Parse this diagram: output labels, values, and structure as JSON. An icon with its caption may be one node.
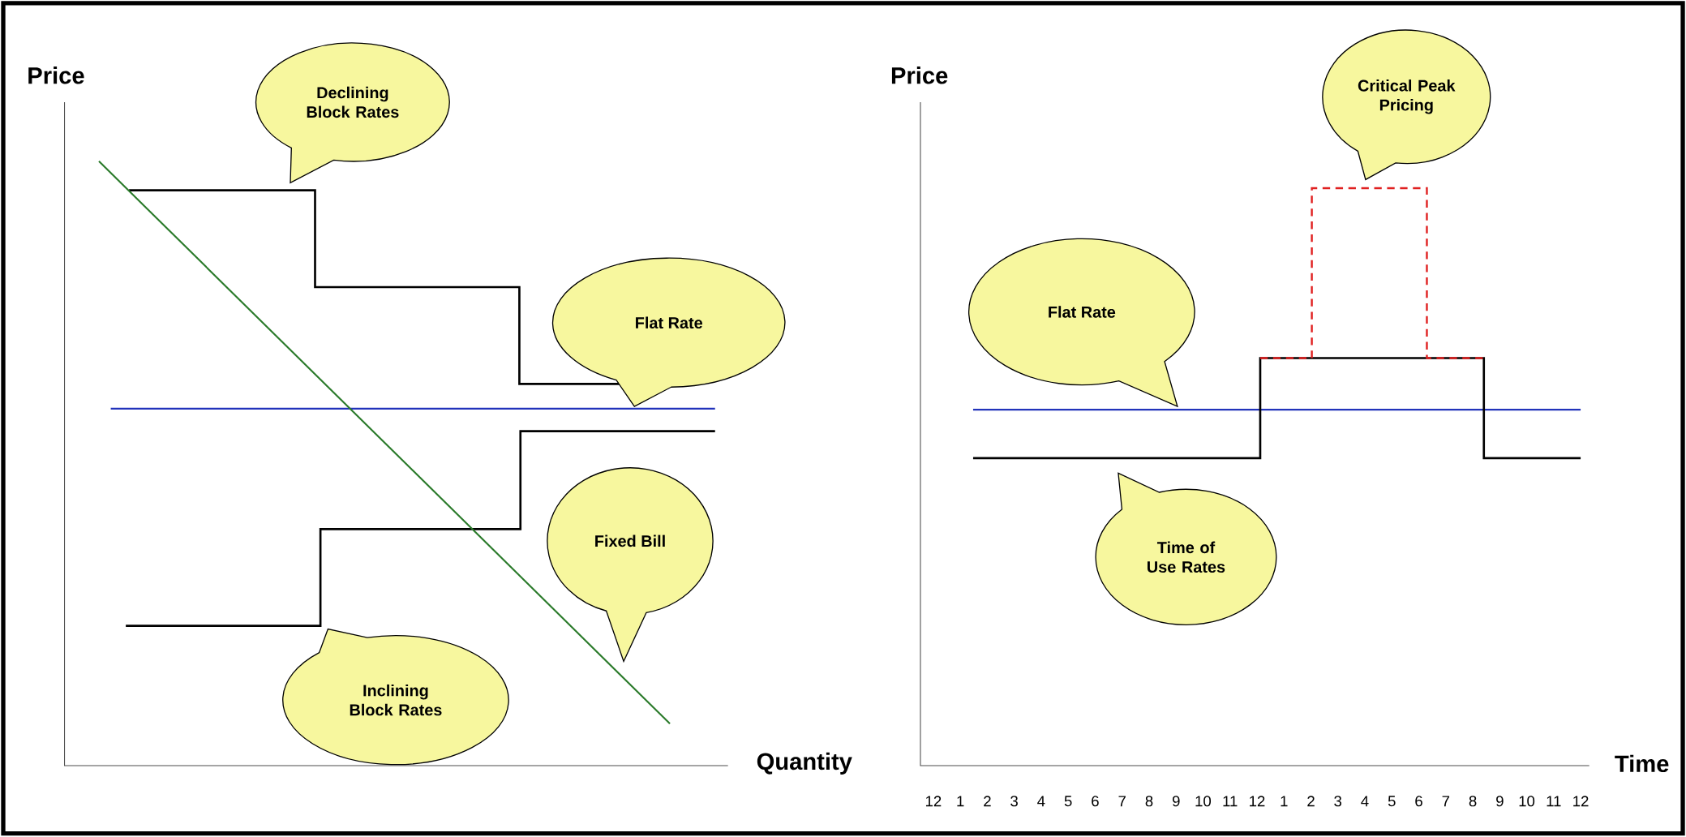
{
  "diagram": {
    "nodes": [
      {
        "text": [
          "Declining Block Rates"
        ]
      },
      {
        "text": [
          "Flat Rate"
        ]
      },
      {
        "text": [
          "Fixed Bill"
        ]
      },
      {
        "text": [
          "Inclining Block Rates"
        ]
      },
      {
        "text": [
          "Critical Peak Pricing"
        ]
      },
      {
        "text": [
          "Flat Rate"
        ]
      },
      {
        "text": [
          "Time of Use Rates"
        ]
      }
    ],
    "labels": [
      "Price",
      "Quantity",
      "Price",
      "Time",
      "12",
      "1",
      "2",
      "3",
      "4",
      "5",
      "6",
      "7",
      "8",
      "9",
      "10",
      "11",
      "12",
      "1",
      "2",
      "3",
      "4",
      "5",
      "6",
      "7",
      "8",
      "9",
      "10",
      "11",
      "12"
    ]
  }
}
